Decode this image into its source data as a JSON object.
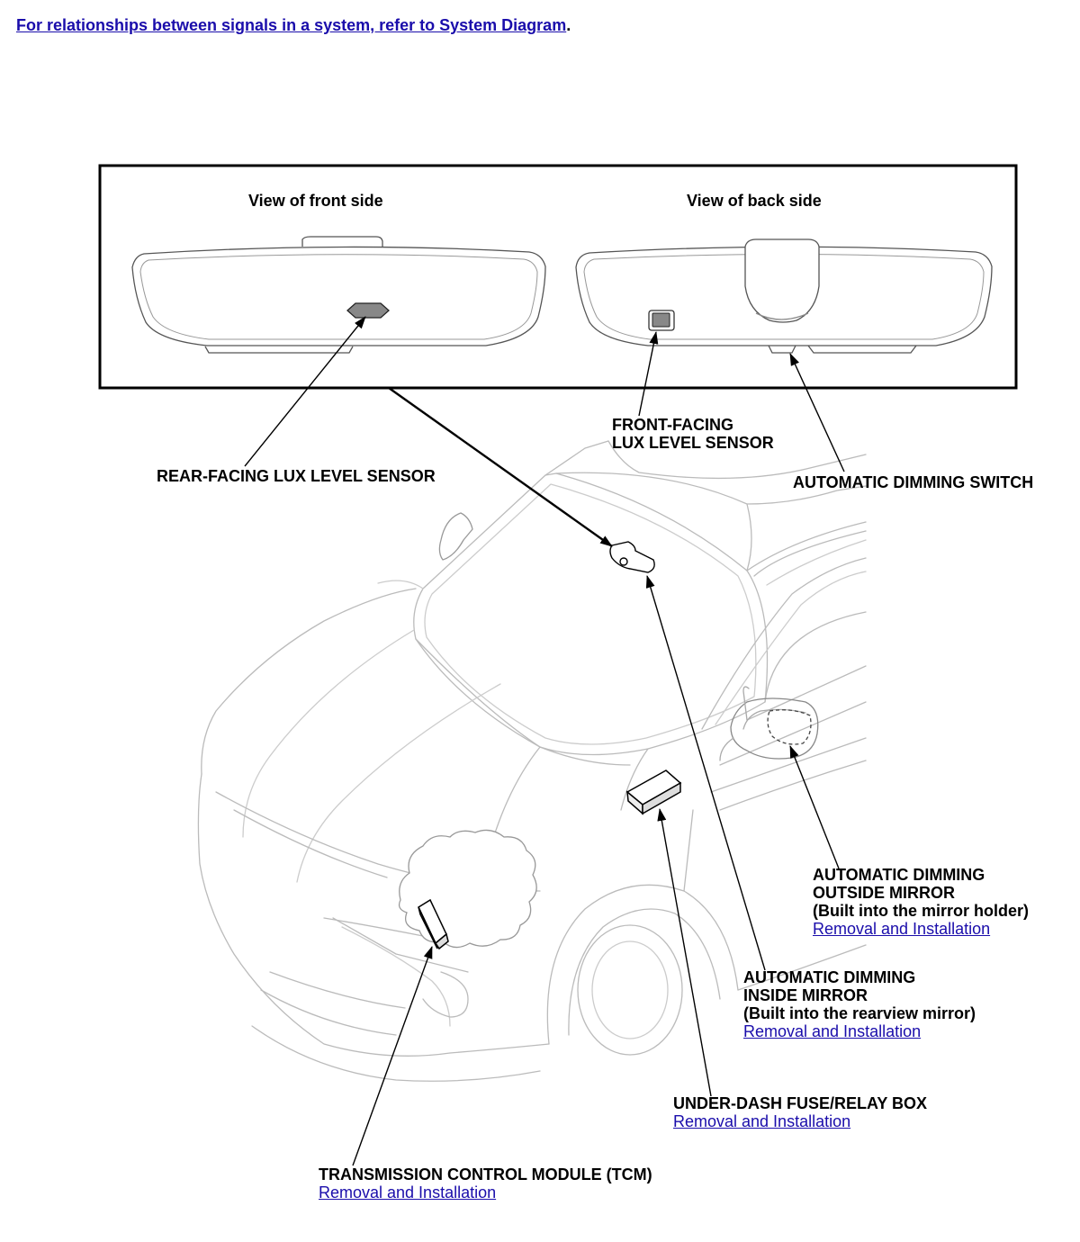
{
  "header": {
    "link_text": "For relationships between signals in a system, refer to System Diagram",
    "suffix": "."
  },
  "inset": {
    "front_view_title": "View of front side",
    "back_view_title": "View of back side"
  },
  "labels": {
    "rear_lux": {
      "line1": "REAR-FACING LUX LEVEL SENSOR"
    },
    "front_lux": {
      "line1": "FRONT-FACING",
      "line2": "LUX LEVEL SENSOR"
    },
    "dimming_switch": {
      "line1": "AUTOMATIC DIMMING SWITCH"
    },
    "outside_mirror": {
      "line1": "AUTOMATIC DIMMING",
      "line2": "OUTSIDE MIRROR",
      "line3": "(Built into the mirror holder)",
      "link": "Removal and Installation"
    },
    "inside_mirror": {
      "line1": "AUTOMATIC DIMMING",
      "line2": "INSIDE MIRROR",
      "line3": "(Built into the rearview mirror)",
      "link": "Removal and Installation"
    },
    "fuse_box": {
      "line1": "UNDER-DASH FUSE/RELAY BOX",
      "link": "Removal and Installation"
    },
    "tcm": {
      "line1": "TRANSMISSION CONTROL MODULE (TCM)",
      "link": "Removal and Installation"
    }
  }
}
